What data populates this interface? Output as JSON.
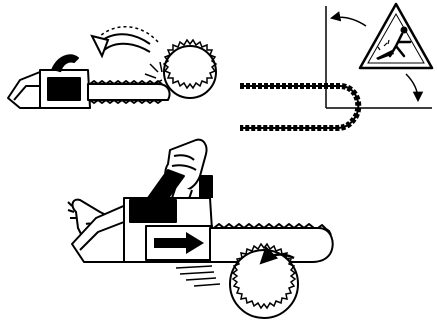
{
  "colors": {
    "ink": "#000000",
    "paper": "#ffffff",
    "shade": "#d9d9d9"
  },
  "panels": [
    {
      "name": "kickback-rotational",
      "icons": [
        "chainsaw-icon",
        "kickback-arrow-icon",
        "log-icon",
        "contact-spark-icon"
      ]
    },
    {
      "name": "kickback-zone",
      "icons": [
        "saw-chain-icon",
        "warning-triangle-icon",
        "rotation-arrow-icon"
      ]
    },
    {
      "name": "pull-in",
      "icons": [
        "gloved-hand-icon",
        "chainsaw-icon",
        "direction-arrow-icon",
        "log-icon",
        "rotation-arrow-icon"
      ]
    }
  ]
}
